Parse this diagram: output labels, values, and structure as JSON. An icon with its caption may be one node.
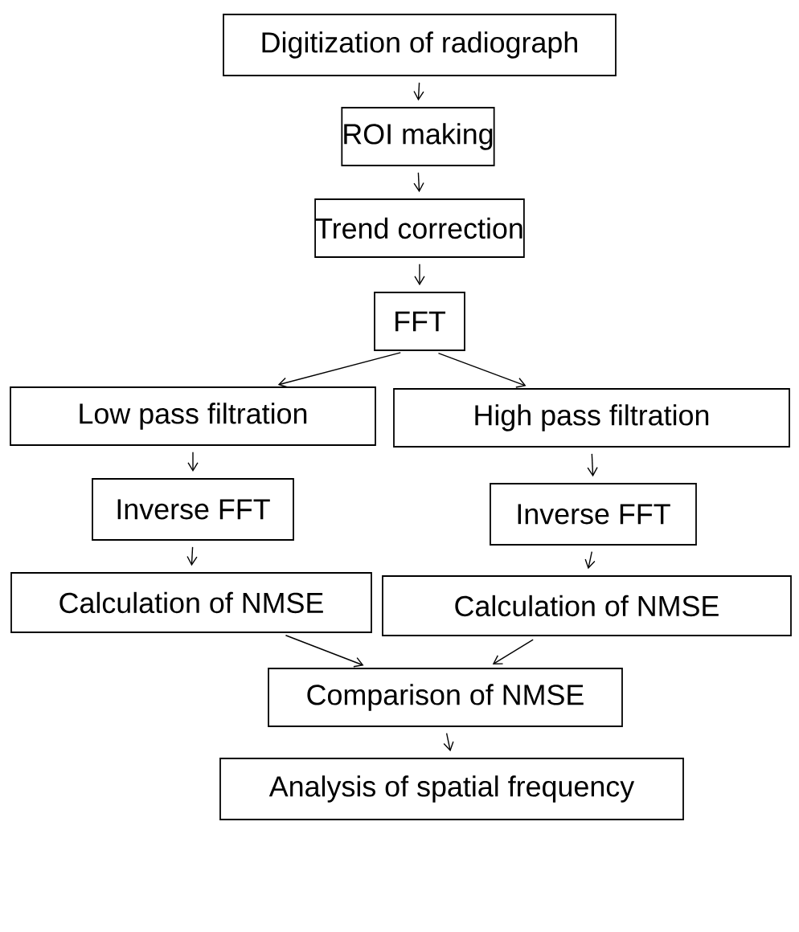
{
  "diagram": {
    "nodes": [
      {
        "text": [
          "Digitization of radiograph"
        ]
      },
      {
        "text": [
          "ROI making"
        ]
      },
      {
        "text": [
          "Trend correction"
        ]
      },
      {
        "text": [
          "FFT"
        ]
      },
      {
        "text": [
          "Low pass filtration"
        ]
      },
      {
        "text": [
          "High pass filtration"
        ]
      },
      {
        "text": [
          "Inverse FFT"
        ]
      },
      {
        "text": [
          "Inverse FFT"
        ]
      },
      {
        "text": [
          "Calculation of NMSE"
        ]
      },
      {
        "text": [
          "Calculation of NMSE"
        ]
      },
      {
        "text": [
          "Comparison of NMSE"
        ]
      },
      {
        "text": [
          "Analysis of spatial frequency"
        ]
      }
    ],
    "edges": [
      {
        "from": 0,
        "to": 1,
        "arrow": "to"
      },
      {
        "from": 1,
        "to": 2,
        "arrow": "to"
      },
      {
        "from": 2,
        "to": 3,
        "arrow": "to"
      },
      {
        "from": 3,
        "to": 4,
        "arrow": "to"
      },
      {
        "from": 3,
        "to": 5,
        "arrow": "to"
      },
      {
        "from": 4,
        "to": 6,
        "arrow": "to"
      },
      {
        "from": 5,
        "to": 7,
        "arrow": "to"
      },
      {
        "from": 6,
        "to": 8,
        "arrow": "to"
      },
      {
        "from": 7,
        "to": 9,
        "arrow": "to"
      },
      {
        "from": 8,
        "to": 10,
        "arrow": "to"
      },
      {
        "from": 9,
        "to": 10,
        "arrow": "to"
      },
      {
        "from": 10,
        "to": 11,
        "arrow": "to"
      }
    ]
  }
}
